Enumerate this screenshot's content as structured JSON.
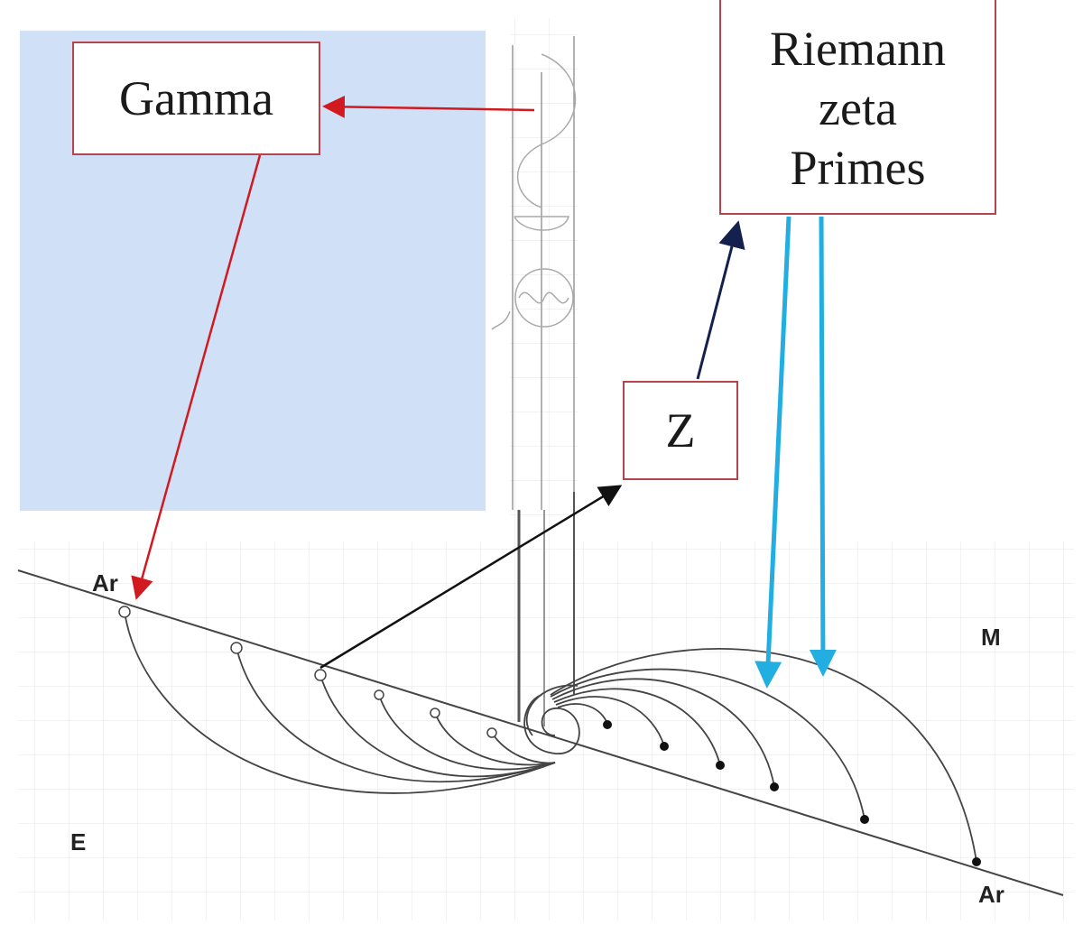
{
  "labels": {
    "gamma": "Gamma",
    "z": "Z",
    "riemann": [
      "Riemann",
      "zeta",
      "Primes"
    ],
    "ar_top": "Ar",
    "ar_bottom": "Ar",
    "m": "M",
    "e": "E"
  },
  "colors": {
    "panel": "#cfe0f7",
    "box_border": "#b5444c",
    "red_arrow": "#d11a20",
    "cyan_arrow": "#22aee0",
    "navy_arrow": "#14204d",
    "grid": "#e6e6e6",
    "ink": "#444444"
  }
}
